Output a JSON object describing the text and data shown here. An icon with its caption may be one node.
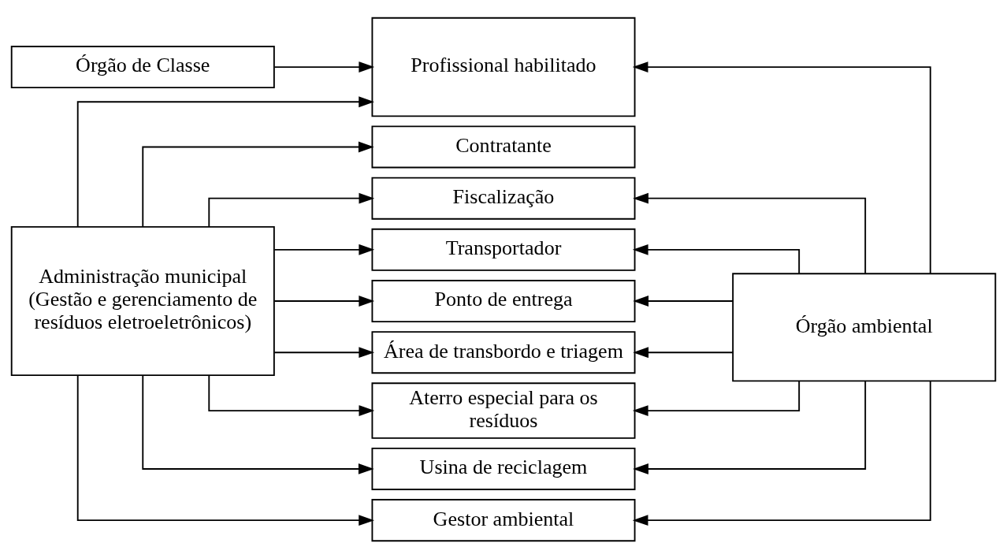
{
  "diagram": {
    "nodes": [
      {
        "text": [
          "Órgão de Classe"
        ]
      },
      {
        "text": [
          "Profissional habilitado"
        ]
      },
      {
        "text": [
          "Contratante"
        ]
      },
      {
        "text": [
          "Fiscalização"
        ]
      },
      {
        "text": [
          "Transportador"
        ]
      },
      {
        "text": [
          "Ponto de entrega"
        ]
      },
      {
        "text": [
          "Área de transbordo e triagem"
        ]
      },
      {
        "text": [
          "Aterro especial para os resíduos"
        ]
      },
      {
        "text": [
          "Usina de reciclagem"
        ]
      },
      {
        "text": [
          "Gestor ambiental"
        ]
      },
      {
        "text": [
          "Administração municipal (Gestão e gerenciamento de resíduos eletroeletrônicos)"
        ]
      },
      {
        "text": [
          "Órgão ambiental"
        ]
      }
    ],
    "edges": [
      {
        "from": 0,
        "to": 1,
        "arrow": "to"
      },
      {
        "from": 10,
        "to": 1,
        "arrow": "to"
      },
      {
        "from": 10,
        "to": 2,
        "arrow": "to"
      },
      {
        "from": 10,
        "to": 3,
        "arrow": "to"
      },
      {
        "from": 10,
        "to": 4,
        "arrow": "to"
      },
      {
        "from": 10,
        "to": 5,
        "arrow": "to"
      },
      {
        "from": 10,
        "to": 6,
        "arrow": "to"
      },
      {
        "from": 10,
        "to": 7,
        "arrow": "to"
      },
      {
        "from": 10,
        "to": 8,
        "arrow": "to"
      },
      {
        "from": 10,
        "to": 9,
        "arrow": "to"
      },
      {
        "from": 11,
        "to": 1,
        "arrow": "to"
      },
      {
        "from": 11,
        "to": 3,
        "arrow": "to"
      },
      {
        "from": 11,
        "to": 4,
        "arrow": "to"
      },
      {
        "from": 11,
        "to": 5,
        "arrow": "to"
      },
      {
        "from": 11,
        "to": 6,
        "arrow": "to"
      },
      {
        "from": 11,
        "to": 7,
        "arrow": "to"
      },
      {
        "from": 11,
        "to": 8,
        "arrow": "to"
      },
      {
        "from": 11,
        "to": 9,
        "arrow": "to"
      }
    ]
  }
}
